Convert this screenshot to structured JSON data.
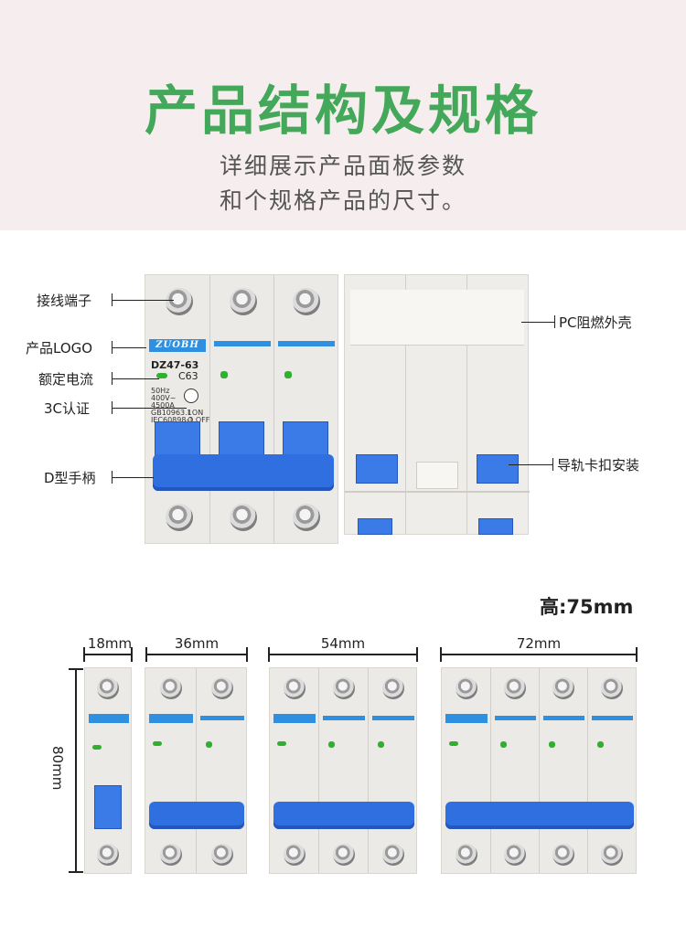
{
  "header": {
    "title": "产品结构及规格",
    "subtitle_line1": "详细展示产品面板参数",
    "subtitle_line2": "和个规格产品的尺寸。"
  },
  "labels_left": [
    "接线端子",
    "产品LOGO",
    "额定电流",
    "3C认证",
    "D型手柄"
  ],
  "labels_right": [
    "PC阻燃外壳",
    "导轨卡扣安装"
  ],
  "breaker_text": {
    "brand": "ZUOBH",
    "model": "DZ47-63",
    "rating": "C63",
    "spec_lines": [
      "50Hz",
      "400V~",
      "4500A",
      "GB10963.1",
      "IEC60898-1"
    ],
    "on_off": [
      "I ON",
      "O OFF"
    ]
  },
  "height_label": "高:75mm",
  "widths": [
    "18mm",
    "36mm",
    "54mm",
    "72mm"
  ],
  "height_dim": "80mm",
  "colors": {
    "title_green": "#44a85a",
    "handle_blue": "#2f6fe0",
    "band_blue": "#2f8fe0",
    "header_bg": "#f6eeee"
  }
}
